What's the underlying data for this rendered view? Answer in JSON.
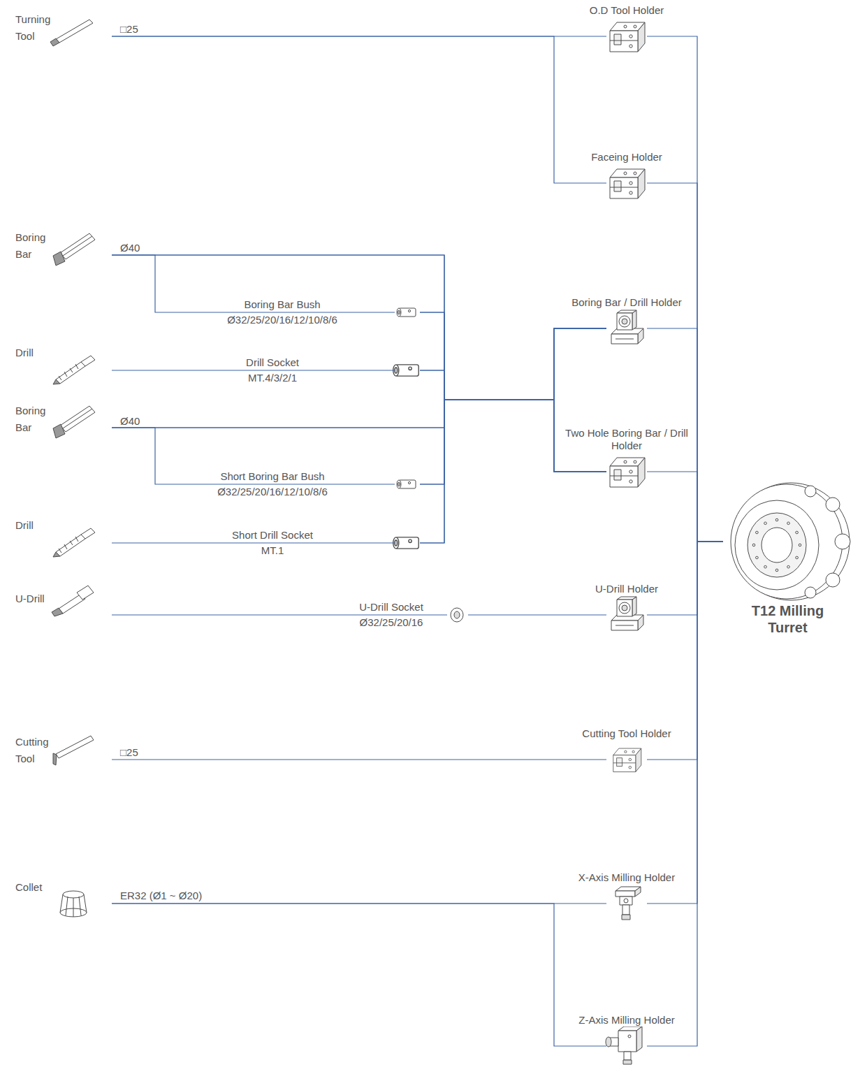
{
  "diagram": {
    "nodes": [
      {
        "text": [
          "Turning Tool"
        ]
      },
      {
        "text": [
          "O.D Tool Holder"
        ]
      },
      {
        "text": [
          "Faceing Holder"
        ]
      },
      {
        "text": [
          "Boring Bar"
        ]
      },
      {
        "text": [
          "Boring Bar Bush",
          "Ø32/25/20/16/12/10/8/6"
        ]
      },
      {
        "text": [
          "Drill"
        ]
      },
      {
        "text": [
          "Drill Socket",
          "MT.4/3/2/1"
        ]
      },
      {
        "text": [
          "Boring Bar"
        ]
      },
      {
        "text": [
          "Short Boring Bar Bush",
          "Ø32/25/20/16/12/10/8/6"
        ]
      },
      {
        "text": [
          "Drill"
        ]
      },
      {
        "text": [
          "Short Drill Socket",
          "MT.1"
        ]
      },
      {
        "text": [
          "Boring Bar / Drill Holder"
        ]
      },
      {
        "text": [
          "Two Hole Boring Bar / Drill Holder"
        ]
      },
      {
        "text": [
          "U-Drill"
        ]
      },
      {
        "text": [
          "U-Drill Socket",
          "Ø32/25/20/16"
        ]
      },
      {
        "text": [
          "U-Drill Holder"
        ]
      },
      {
        "text": [
          "Cutting Tool"
        ]
      },
      {
        "text": [
          "Cutting Tool Holder"
        ]
      },
      {
        "text": [
          "Collet"
        ]
      },
      {
        "text": [
          "X-Axis Milling Holder"
        ]
      },
      {
        "text": [
          "Z-Axis Milling Holder"
        ]
      },
      {
        "text": [
          "T12 Milling Turret"
        ]
      }
    ],
    "edges": [
      {
        "from": 0,
        "to": 1,
        "arrow": "none"
      },
      {
        "from": 0,
        "to": 2,
        "arrow": "none"
      },
      {
        "from": 3,
        "to": 4,
        "arrow": "none"
      },
      {
        "from": 3,
        "to": 11,
        "arrow": "none"
      },
      {
        "from": 3,
        "to": 12,
        "arrow": "none"
      },
      {
        "from": 4,
        "to": 11,
        "arrow": "none"
      },
      {
        "from": 4,
        "to": 12,
        "arrow": "none"
      },
      {
        "from": 5,
        "to": 6,
        "arrow": "none"
      },
      {
        "from": 6,
        "to": 11,
        "arrow": "none"
      },
      {
        "from": 6,
        "to": 12,
        "arrow": "none"
      },
      {
        "from": 7,
        "to": 8,
        "arrow": "none"
      },
      {
        "from": 7,
        "to": 11,
        "arrow": "none"
      },
      {
        "from": 7,
        "to": 12,
        "arrow": "none"
      },
      {
        "from": 8,
        "to": 11,
        "arrow": "none"
      },
      {
        "from": 8,
        "to": 12,
        "arrow": "none"
      },
      {
        "from": 9,
        "to": 10,
        "arrow": "none"
      },
      {
        "from": 10,
        "to": 11,
        "arrow": "none"
      },
      {
        "from": 10,
        "to": 12,
        "arrow": "none"
      },
      {
        "from": 13,
        "to": 14,
        "arrow": "none"
      },
      {
        "from": 14,
        "to": 15,
        "arrow": "none"
      },
      {
        "from": 16,
        "to": 17,
        "arrow": "none"
      },
      {
        "from": 18,
        "to": 19,
        "arrow": "none"
      },
      {
        "from": 18,
        "to": 20,
        "arrow": "none"
      },
      {
        "from": 1,
        "to": 21,
        "arrow": "none"
      },
      {
        "from": 2,
        "to": 21,
        "arrow": "none"
      },
      {
        "from": 11,
        "to": 21,
        "arrow": "none"
      },
      {
        "from": 12,
        "to": 21,
        "arrow": "none"
      },
      {
        "from": 15,
        "to": 21,
        "arrow": "none"
      },
      {
        "from": 17,
        "to": 21,
        "arrow": "none"
      },
      {
        "from": 19,
        "to": 21,
        "arrow": "none"
      },
      {
        "from": 20,
        "to": 21,
        "arrow": "none"
      }
    ],
    "labels": [
      "□25",
      "Ø40",
      "Ø40",
      "□25",
      "ER32 (Ø1 ~ Ø20)"
    ]
  }
}
